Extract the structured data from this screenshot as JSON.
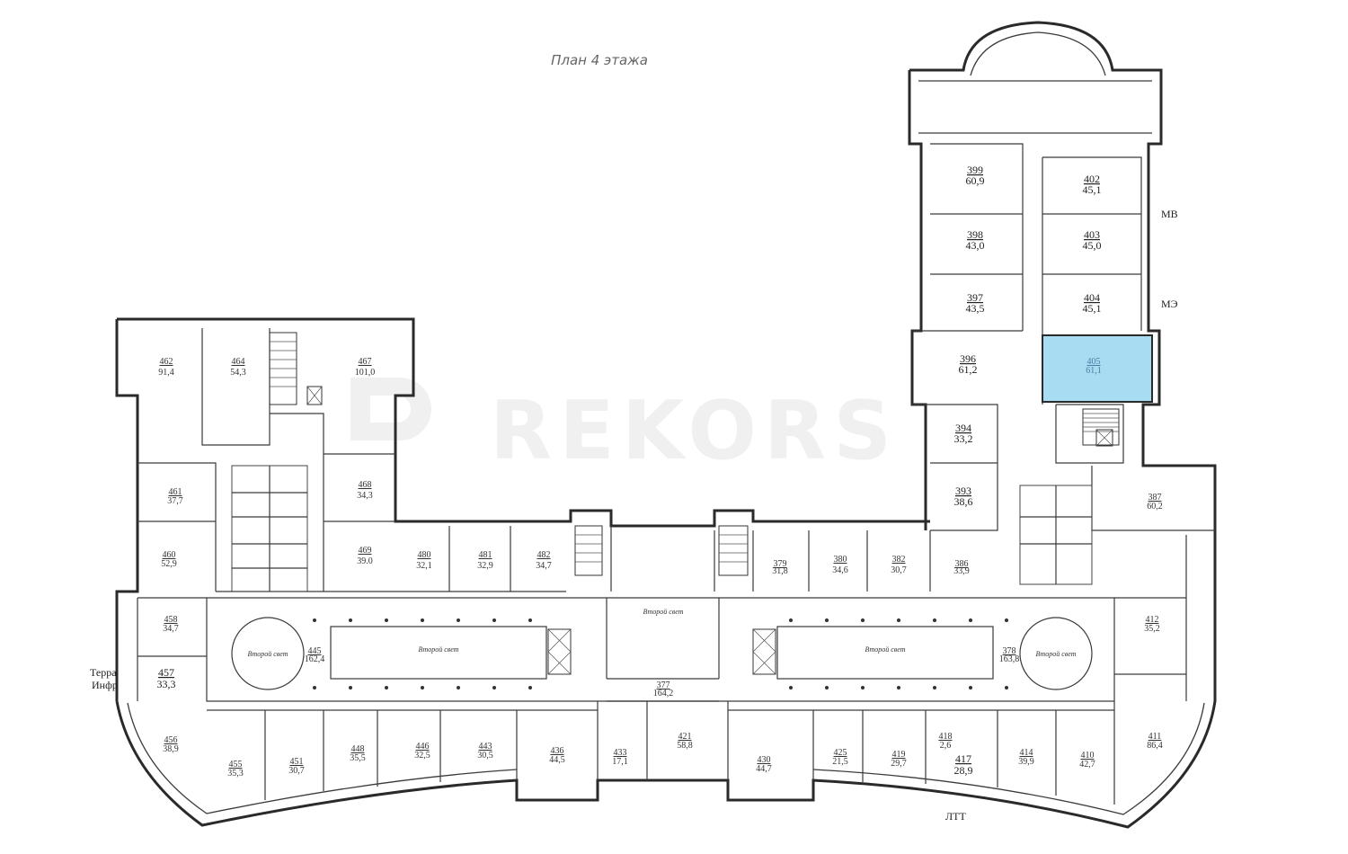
{
  "title": "План 4 этажа",
  "watermark": "REKORS",
  "highlight_color": "#a7dcf2",
  "side_labels": {
    "mb": "МВ",
    "me": "МЭ",
    "terra": "Терра",
    "infr": "Инфр",
    "ltt": "ЛТТ"
  },
  "lightwell_label": "Второй свет",
  "rooms": [
    {
      "num": "399",
      "area": "60,9"
    },
    {
      "num": "398",
      "area": "43,0"
    },
    {
      "num": "397",
      "area": "43,5"
    },
    {
      "num": "396",
      "area": "61,2"
    },
    {
      "num": "394",
      "area": "33,2"
    },
    {
      "num": "393",
      "area": "38,6"
    },
    {
      "num": "402",
      "area": "45,1"
    },
    {
      "num": "403",
      "area": "45,0"
    },
    {
      "num": "404",
      "area": "45,1"
    },
    {
      "num": "405",
      "area": "61,1"
    },
    {
      "num": "462",
      "area": "91,4"
    },
    {
      "num": "464",
      "area": "54,3"
    },
    {
      "num": "467",
      "area": "101,0"
    },
    {
      "num": "468",
      "area": "34,3"
    },
    {
      "num": "469",
      "area": "39.0"
    },
    {
      "num": "480",
      "area": "32,1"
    },
    {
      "num": "481",
      "area": "32,9"
    },
    {
      "num": "482",
      "area": "34,7"
    },
    {
      "num": "379",
      "area": "31,8"
    },
    {
      "num": "380",
      "area": "34,6"
    },
    {
      "num": "382",
      "area": "30,7"
    },
    {
      "num": "386",
      "area": "33,9"
    },
    {
      "num": "457",
      "area": "33,3"
    },
    {
      "num": "417",
      "area": "28,9"
    },
    {
      "num": "418",
      "area": "2,6"
    },
    {
      "num": "421",
      "area": "58,8"
    },
    {
      "num": "430",
      "area": "44,7"
    },
    {
      "num": "456",
      "area": "38,9"
    },
    {
      "num": "455",
      "area": "35,3"
    },
    {
      "num": "451",
      "area": "30,7"
    },
    {
      "num": "448",
      "area": "35,5"
    },
    {
      "num": "446",
      "area": "32,5"
    },
    {
      "num": "443",
      "area": "30,5"
    },
    {
      "num": "436",
      "area": "44,5"
    },
    {
      "num": "433",
      "area": "17,1"
    },
    {
      "num": "425",
      "area": "21,5"
    },
    {
      "num": "419",
      "area": "29,7"
    },
    {
      "num": "414",
      "area": "39,9"
    },
    {
      "num": "410",
      "area": "42,7"
    },
    {
      "num": "411",
      "area": "86,4"
    },
    {
      "num": "412",
      "area": "35,2"
    },
    {
      "num": "387",
      "area": "60,2"
    },
    {
      "num": "461",
      "area": "37,7"
    },
    {
      "num": "460",
      "area": "52,9"
    },
    {
      "num": "458",
      "area": "34,7"
    },
    {
      "num": "445",
      "area": "162,4"
    },
    {
      "num": "378",
      "area": "163,8"
    },
    {
      "num": "377",
      "area": "164,2"
    }
  ]
}
